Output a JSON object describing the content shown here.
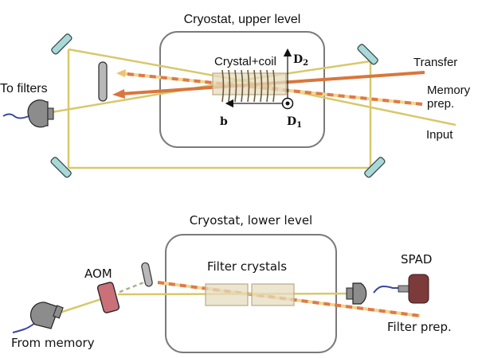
{
  "upper": {
    "title": "Cryostat, upper level",
    "crystal_label": "Crystal+coil",
    "axis_d2": "D",
    "axis_d2_sub": "2",
    "axis_d1": "D",
    "axis_d1_sub": "1",
    "axis_b": "b",
    "to_filters": "To filters",
    "transfer": "Transfer",
    "memory_prep_1": "Memory",
    "memory_prep_2": "prep.",
    "input": "Input"
  },
  "lower": {
    "title": "Cryostat, lower level",
    "filter_crystals": "Filter crystals",
    "aom": "AOM",
    "spad": "SPAD",
    "from_memory": "From memory",
    "filter_prep": "Filter prep."
  },
  "colors": {
    "beam_yellow": "#d8c86a",
    "beam_orange": "#d9763c",
    "mirror": "#a9d8d8",
    "cryostat_border": "#777777",
    "crystal_fill": "#e5dcc0",
    "aom_fill": "#c97078",
    "spad_fill": "#7d3a3a",
    "fiber": "#3a48a0",
    "detector": "#8c8c8c"
  }
}
